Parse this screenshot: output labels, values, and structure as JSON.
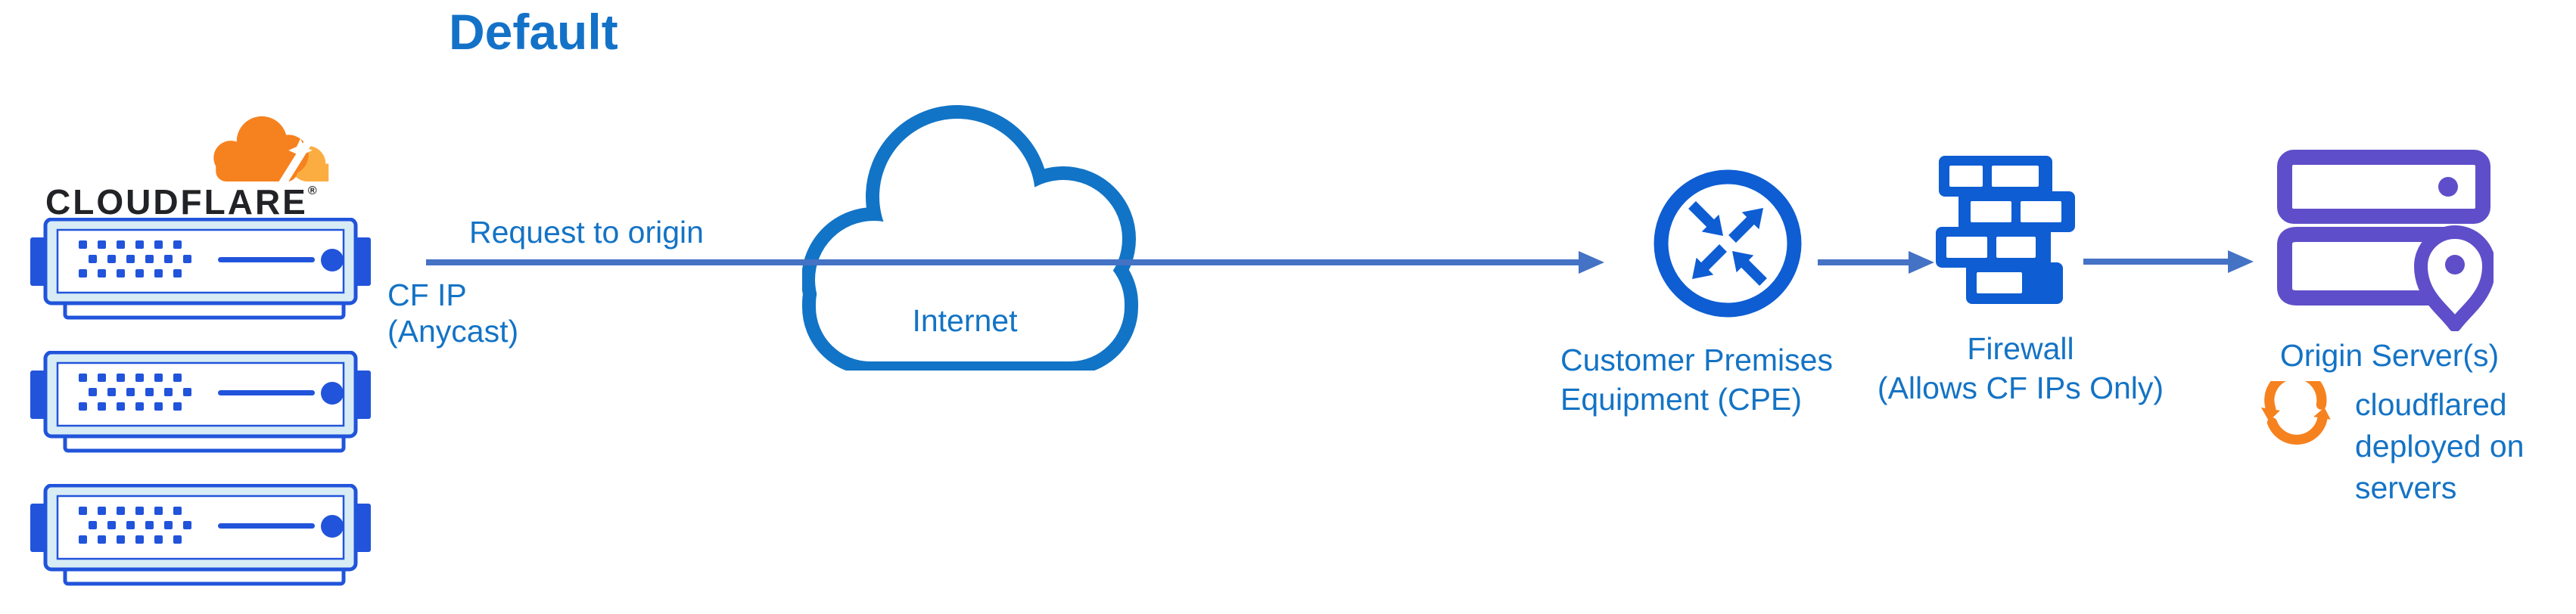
{
  "title": "Default",
  "brand": {
    "name": "CLOUDFLARE",
    "trademark": "®"
  },
  "labels": {
    "request": "Request to origin",
    "cf_ip_line1": "CF IP",
    "cf_ip_line2": "(Anycast)",
    "internet": "Internet",
    "cpe_line1": "Customer Premises",
    "cpe_line2": "Equipment (CPE)",
    "firewall_line1": "Firewall",
    "firewall_line2": "(Allows CF IPs Only)",
    "origin": "Origin Server(s)",
    "cloudflared_line1": "cloudflared",
    "cloudflared_line2": "deployed on",
    "cloudflared_line3": "servers"
  },
  "colors": {
    "title_blue": "#1372C8",
    "label_blue": "#1473C5",
    "cloud_stroke_blue": "#1274C6",
    "icon_blue": "#0E5DD3",
    "server_blue": "#2154DB",
    "server_fill_cyan": "#D8ECF5",
    "connector_blue": "#4472C4",
    "origin_purple": "#5F4EC9",
    "orange": "#F6821F",
    "orange_light": "#FBAD41",
    "wordmark_black": "#222326"
  },
  "icons": {
    "logo": "cloudflare-cloud-logo",
    "edge": "rack-server-stack",
    "internet": "cloud-outline",
    "cpe": "router-circle-arrows",
    "firewall": "brick-wall",
    "origin": "server-stack-with-location-pin",
    "cloudflared": "sync-circular-arrows"
  }
}
